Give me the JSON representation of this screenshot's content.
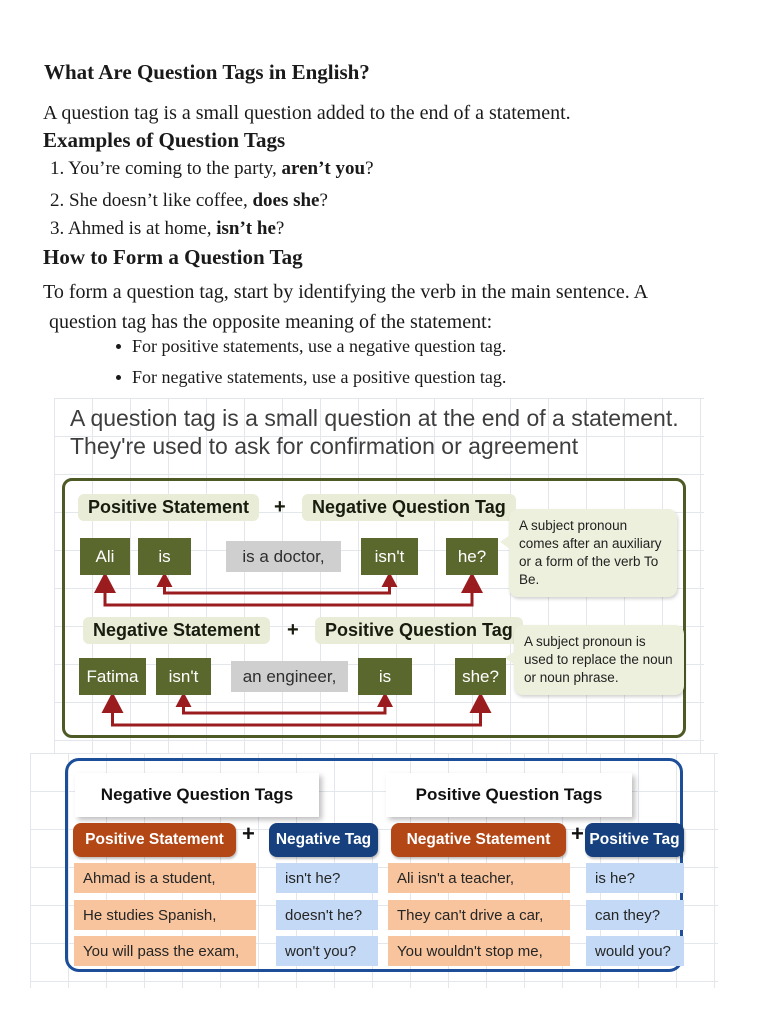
{
  "document": {
    "heading1": "What Are Question Tags in English?",
    "intro": "A question tag is a small question added to the end of a statement.",
    "examples_heading": "Examples of Question Tags",
    "examples": [
      {
        "prefix": "1. You’re coming to the party, ",
        "bold": "aren’t you",
        "suffix": "?"
      },
      {
        "prefix": "2. She doesn’t like coffee, ",
        "bold": "does she",
        "suffix": "?"
      },
      {
        "prefix": "3. Ahmed is at home, ",
        "bold": "isn’t he",
        "suffix": "?"
      }
    ],
    "how_heading": "How to Form a Question Tag",
    "how_line1": "To form a question tag, start by identifying the verb in the main sentence. A",
    "how_line2": "question tag has the opposite meaning of the statement:",
    "bullets": [
      "For positive statements, use a negative question tag.",
      "For negative statements, use a positive question tag."
    ]
  },
  "infographic1": {
    "title_line1": "A question tag is a small question at the end of a statement.",
    "title_line2": "They're used to ask for confirmation or agreement",
    "sectionA": {
      "label_left": "Positive Statement",
      "plus": "+",
      "label_right": "Negative Question Tag",
      "words": [
        "Ali",
        "is",
        "is a doctor,",
        "isn't",
        "he?"
      ],
      "callout": "A subject pronoun comes after an auxiliary or a form of the verb To Be."
    },
    "sectionB": {
      "label_left": "Negative Statement",
      "plus": "+",
      "label_right": "Positive Question Tag",
      "words": [
        "Fatima",
        "isn't",
        "an engineer,",
        "is",
        "she?"
      ],
      "callout": "A subject pronoun is used to replace the noun or noun phrase."
    }
  },
  "infographic2": {
    "header_left": "Negative Question Tags",
    "header_right": "Positive Question Tags",
    "pill_positive_statement": "Positive Statement",
    "pill_negative_tag": "Negative Tag",
    "pill_negative_statement": "Negative Statement",
    "pill_positive_tag": "Positive Tag",
    "plus": "+",
    "rows": [
      [
        "Ahmad is a student,",
        "isn't he?",
        "Ali isn't a teacher,",
        "is he?"
      ],
      [
        "He studies Spanish,",
        "doesn't he?",
        "They can't drive a car,",
        "can they?"
      ],
      [
        "You will pass the exam,",
        "won't you?",
        "You wouldn't stop me,",
        "would you?"
      ]
    ]
  },
  "colors": {
    "olive_box": "#5a682e",
    "olive_border": "#4d5a26",
    "arrow_red": "#9b1c1f",
    "label_pill_bg": "#e9edd8",
    "callout_bg": "#edf0dd",
    "gray_box": "#cfcfcf",
    "rust_pill": "#b34716",
    "navy_pill": "#17417e",
    "peach_cell": "#f7c49d",
    "light_blue_cell": "#c3d9f5",
    "blue_border": "#1c4e9a"
  }
}
